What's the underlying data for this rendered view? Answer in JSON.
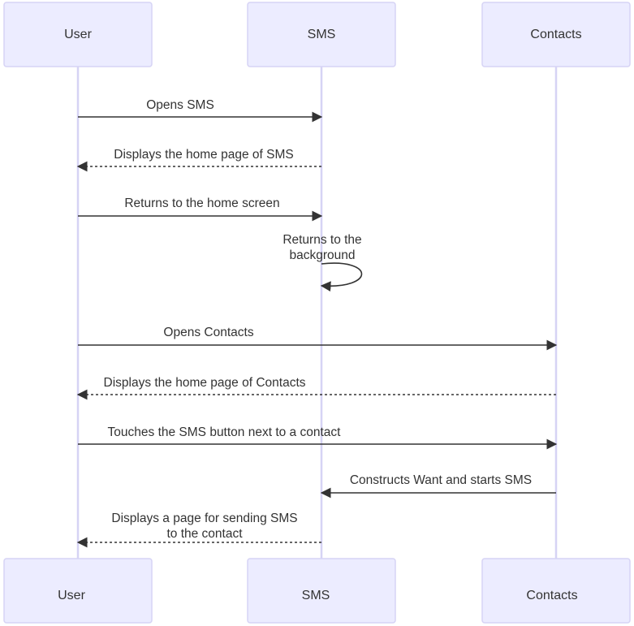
{
  "participants": [
    {
      "id": "user",
      "label": "User"
    },
    {
      "id": "sms",
      "label": "SMS"
    },
    {
      "id": "contacts",
      "label": "Contacts"
    }
  ],
  "messages": [
    {
      "from": "user",
      "to": "sms",
      "style": "solid",
      "lines": [
        "Opens SMS"
      ]
    },
    {
      "from": "sms",
      "to": "user",
      "style": "dashed",
      "lines": [
        "Displays the home page of SMS"
      ]
    },
    {
      "from": "user",
      "to": "sms",
      "style": "solid",
      "lines": [
        "Returns to the home screen"
      ]
    },
    {
      "from": "sms",
      "to": "sms",
      "style": "solid",
      "lines": [
        "Returns to the",
        "background"
      ]
    },
    {
      "from": "user",
      "to": "contacts",
      "style": "solid",
      "lines": [
        "Opens Contacts"
      ]
    },
    {
      "from": "contacts",
      "to": "user",
      "style": "dashed",
      "lines": [
        "Displays the home page of Contacts"
      ]
    },
    {
      "from": "user",
      "to": "contacts",
      "style": "solid",
      "lines": [
        "Touches the SMS button next to a contact"
      ]
    },
    {
      "from": "contacts",
      "to": "sms",
      "style": "solid",
      "lines": [
        "Constructs Want and starts SMS"
      ]
    },
    {
      "from": "sms",
      "to": "user",
      "style": "dashed",
      "lines": [
        "Displays a page for sending SMS",
        "to the contact"
      ]
    }
  ]
}
